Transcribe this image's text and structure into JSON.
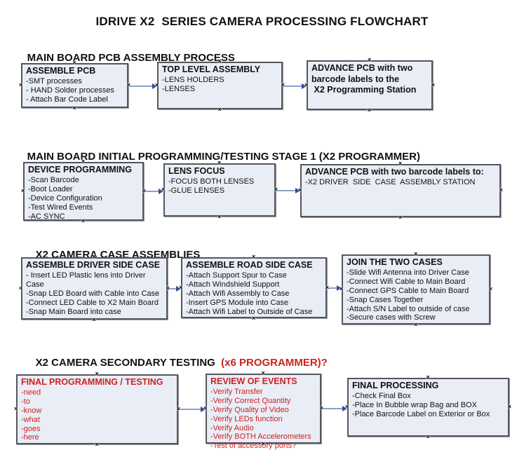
{
  "title": "IDRIVE X2  SERIES CAMERA PROCESSING FLOWCHART",
  "colors": {
    "box_fill": "#e9edf6",
    "box_border": "#55555e",
    "connector_line": "#8ba1c7",
    "connector_arrow": "#2d4d9e",
    "accent_red": "#cc2222",
    "text": "#111111"
  },
  "sections": [
    {
      "heading": "MAIN BOARD PCB ASSEMBLY PROCESS",
      "boxes": [
        {
          "title": "ASSEMBLE PCB",
          "items": [
            "-SMT processes",
            "- HAND Solder processes",
            "- Attach Bar Code Label"
          ]
        },
        {
          "title": "TOP LEVEL ASSEMBLY",
          "items": [
            "-LENS HOLDERS",
            "-LENSES"
          ]
        },
        {
          "title": "ADVANCE PCB with two\nbarcode labels to the\n X2 Programming Station",
          "items": []
        }
      ]
    },
    {
      "heading": "MAIN BOARD INITIAL PROGRAMMING/TESTING STAGE 1 (X2 PROGRAMMER)",
      "boxes": [
        {
          "title": "DEVICE PROGRAMMING",
          "items": [
            "-Scan Barcode",
            "-Boot Loader",
            "-Device Configuration",
            "-Test Wired Events",
            "-AC SYNC"
          ]
        },
        {
          "title": "LENS FOCUS",
          "items": [
            "-FOCUS BOTH LENSES",
            "-GLUE LENSES"
          ]
        },
        {
          "title": "ADVANCE PCB with two barcode labels to:",
          "items": [
            "-X2 DRIVER  SIDE  CASE  ASSEMBLY STATION"
          ]
        }
      ]
    },
    {
      "heading": "X2 CAMERA CASE ASSEMBLIES",
      "boxes": [
        {
          "title": "ASSEMBLE DRIVER SIDE CASE",
          "items": [
            "- Insert LED Plastic lens into Driver Case",
            "-Snap LED Board with Cable into Case",
            "-Connect LED Cable to X2 Main Board",
            "-Snap Main Board into case"
          ]
        },
        {
          "title": "ASSEMBLE ROAD SIDE CASE",
          "items": [
            "-Attach Support Spur to Case",
            "-Attach Windshield Support",
            "-Attach Wifi Assembly to Case",
            "-Insert GPS Module into Case",
            "-Attach Wifi Label to Outside of Case"
          ]
        },
        {
          "title": "JOIN THE TWO CASES",
          "items": [
            "-Slide Wifi Antenna into Driver Case",
            "-Connect Wifi Cable to Main Board",
            "-Connect GPS Cable to Main Board",
            "-Snap Cases Together",
            "-Attach S/N Label to outside of case",
            "-Secure cases with Screw"
          ]
        }
      ]
    },
    {
      "heading": "X2 CAMERA SECONDARY TESTING ",
      "heading_red": " (x6 PROGRAMMER)?",
      "boxes": [
        {
          "title": "FINAL PROGRAMMING / TESTING",
          "items": [
            "-need",
            "-to",
            "-know",
            "-what",
            "-goes",
            "-here"
          ]
        },
        {
          "title": "REVIEW OF EVENTS",
          "items": [
            "-Verify Transfer",
            "-Verify Correct Quantity",
            "-Verify Quality of Video",
            "-Verify LEDs function",
            "-Verify Audio",
            "-Verify BOTH Accelerometers",
            "-Test of accessory ports?"
          ]
        },
        {
          "title": "FINAL PROCESSING",
          "items": [
            "-Check Final Box",
            "-Place In Bubble wrap Bag and BOX",
            "-Place Barcode Label on Exterior or Box"
          ]
        }
      ]
    }
  ]
}
